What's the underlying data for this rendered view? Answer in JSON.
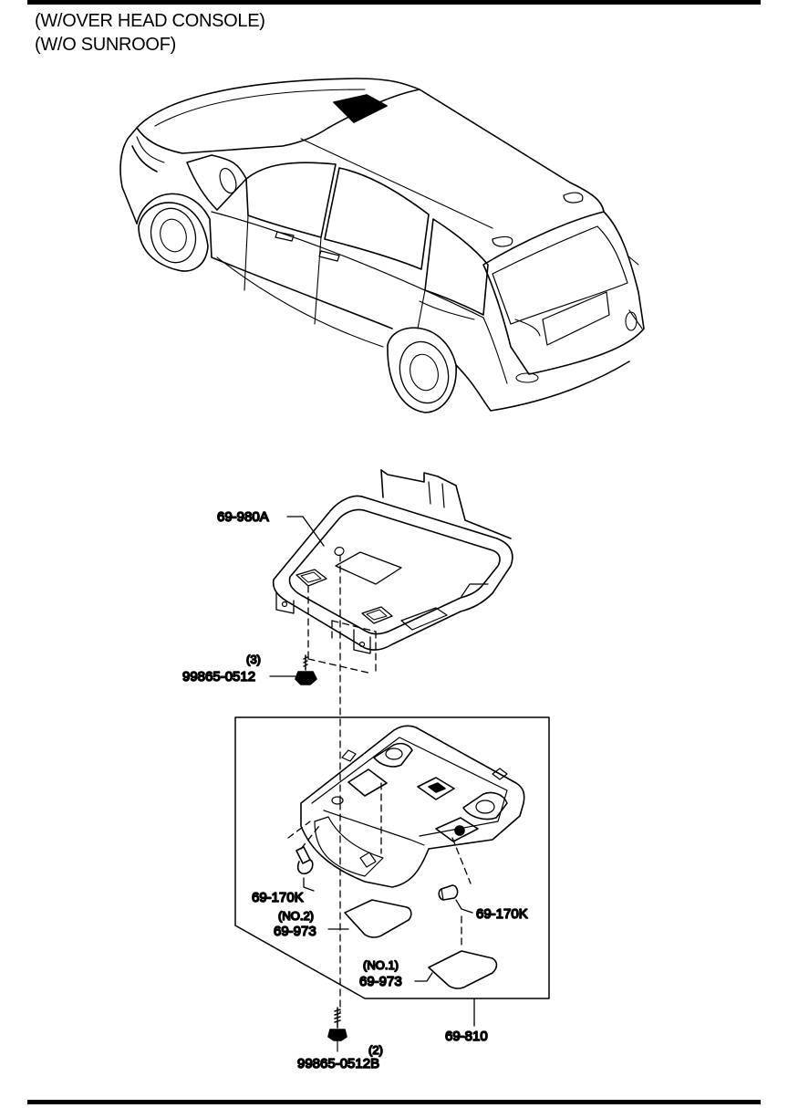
{
  "header": {
    "line1": "(W/OVER HEAD CONSOLE)",
    "line2": "(W/O SUNROOF)"
  },
  "parts": {
    "bracket": "69-980A",
    "screw_top_qty": "(3)",
    "screw_top_no": "99865-0512",
    "bulb_left": "69-170K",
    "lens_left_note": "(NO.2)",
    "lens_left": "69-973",
    "bulb_right": "69-170K",
    "lens_right_note": "(NO.1)",
    "lens_right": "69-973",
    "console_assy": "69-810",
    "screw_bottom_qty": "(2)",
    "screw_bottom_no": "99865-0512B"
  }
}
